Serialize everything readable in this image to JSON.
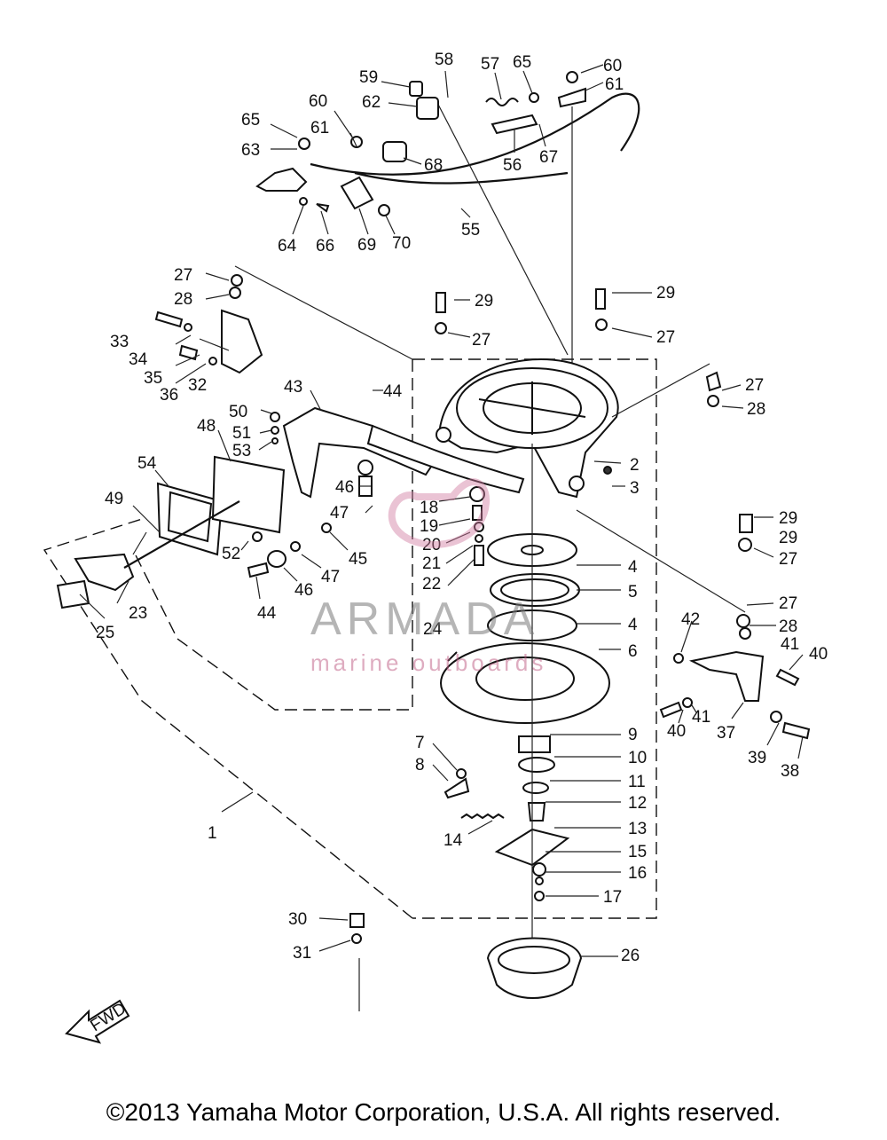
{
  "callouts": [
    "1",
    "2",
    "3",
    "4",
    "4",
    "5",
    "6",
    "7",
    "8",
    "9",
    "10",
    "11",
    "12",
    "13",
    "14",
    "15",
    "16",
    "17",
    "18",
    "19",
    "20",
    "21",
    "22",
    "23",
    "24",
    "25",
    "26",
    "27",
    "27",
    "27",
    "27",
    "27",
    "27",
    "28",
    "28",
    "28",
    "29",
    "29",
    "29",
    "29",
    "30",
    "31",
    "32",
    "33",
    "34",
    "35",
    "36",
    "37",
    "38",
    "39",
    "40",
    "40",
    "41",
    "41",
    "42",
    "43",
    "44",
    "44",
    "45",
    "46",
    "46",
    "47",
    "47",
    "48",
    "49",
    "50",
    "51",
    "52",
    "53",
    "54",
    "55",
    "56",
    "57",
    "58",
    "59",
    "60",
    "60",
    "61",
    "61",
    "62",
    "63",
    "64",
    "65",
    "65",
    "66",
    "67",
    "68",
    "69",
    "70"
  ],
  "fwd_label": "FWD",
  "watermark": {
    "brand": "ARMADA",
    "tagline": "marine outboards"
  },
  "copyright": "©2013 Yamaha Motor Corporation, U.S.A. All rights reserved.",
  "colors": {
    "ink": "#111111",
    "watermark_pink": "#d07aa0",
    "watermark_gray": "#7a7a7a"
  }
}
